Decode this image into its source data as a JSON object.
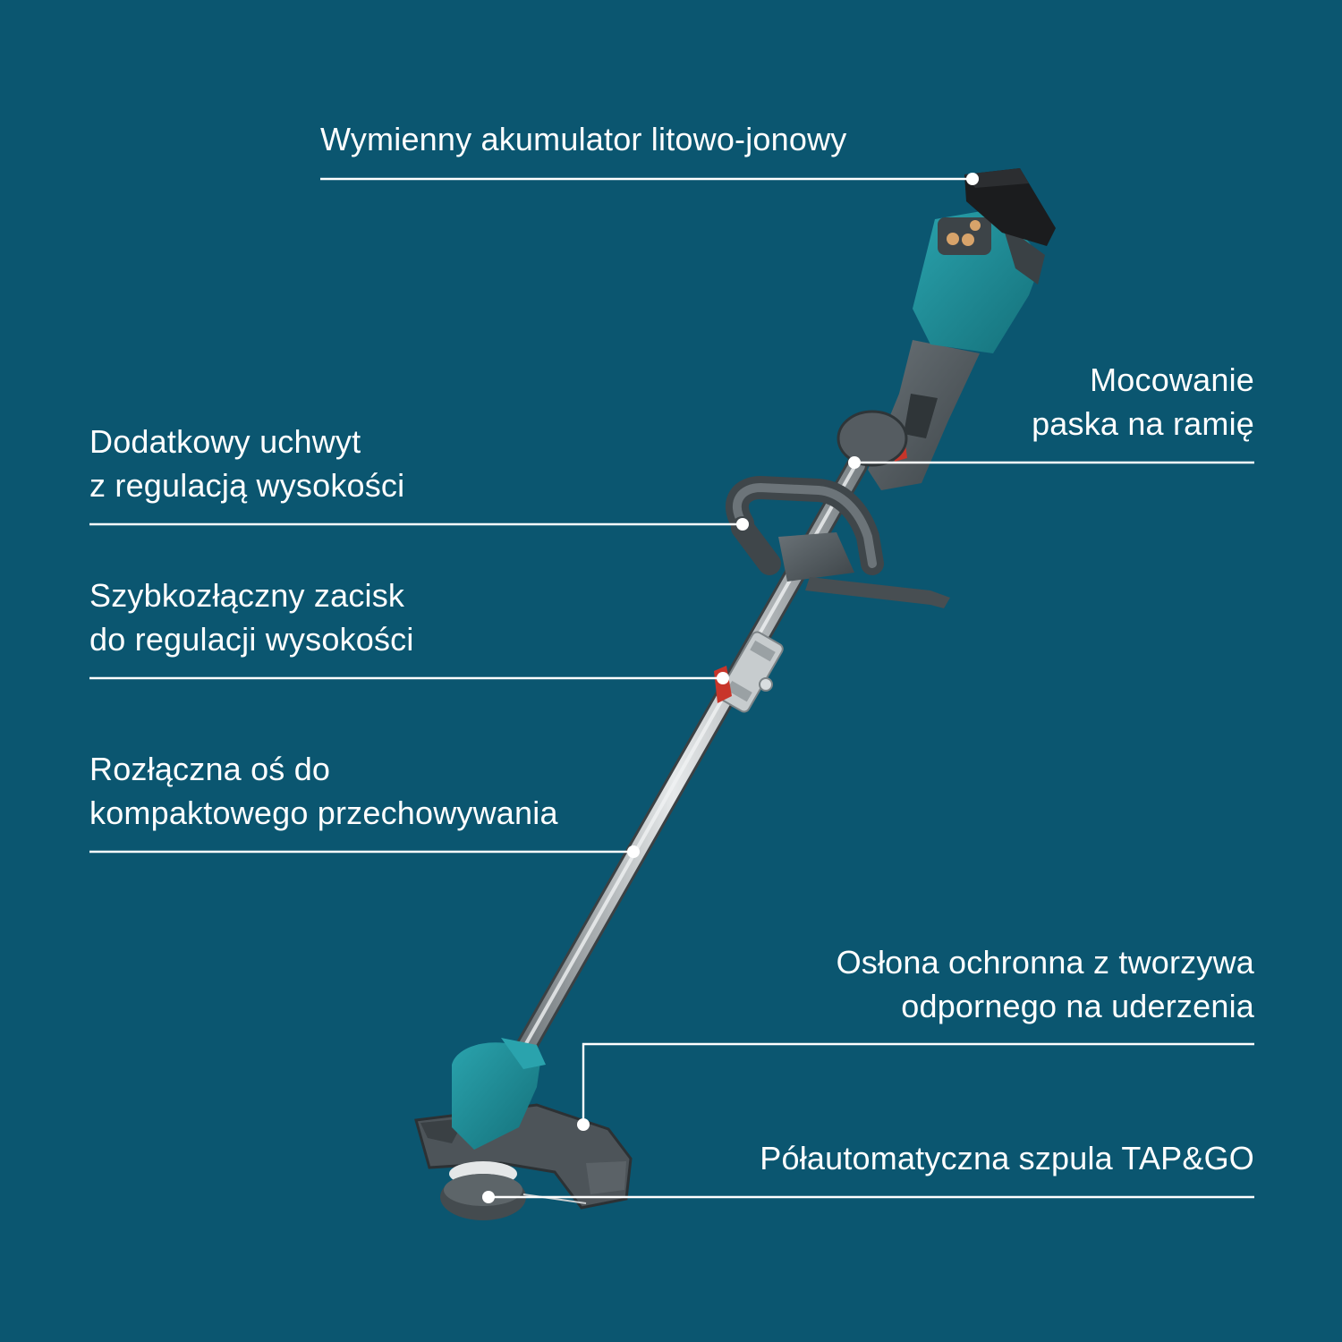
{
  "colors": {
    "background": "#0b5670",
    "text": "#ffffff",
    "leader_line": "#ffffff",
    "accent_teal": "#1b8a95",
    "body_gray": "#4d5459",
    "shaft_silver": "#b7bcbf",
    "clamp_red": "#c8352a",
    "battery_black": "#1b1c1e"
  },
  "product": {
    "icon": "string-trimmer-illustration"
  },
  "callouts": {
    "battery": {
      "lines": [
        "Wymienny akumulator litowo-jonowy"
      ]
    },
    "strap_mount": {
      "lines": [
        "Mocowanie",
        "paska na ramię"
      ]
    },
    "aux_handle": {
      "lines": [
        "Dodatkowy uchwyt",
        "z regulacją wysokości"
      ]
    },
    "quick_clamp": {
      "lines": [
        "Szybkozłączny zacisk",
        "do regulacji wysokości"
      ]
    },
    "shaft": {
      "lines": [
        "Rozłączna oś do",
        "kompaktowego przechowywania"
      ]
    },
    "guard": {
      "lines": [
        "Osłona ochronna z tworzywa",
        "odpornego na uderzenia"
      ]
    },
    "spool": {
      "lines": [
        "Półautomatyczna szpula TAP&GO"
      ]
    }
  }
}
